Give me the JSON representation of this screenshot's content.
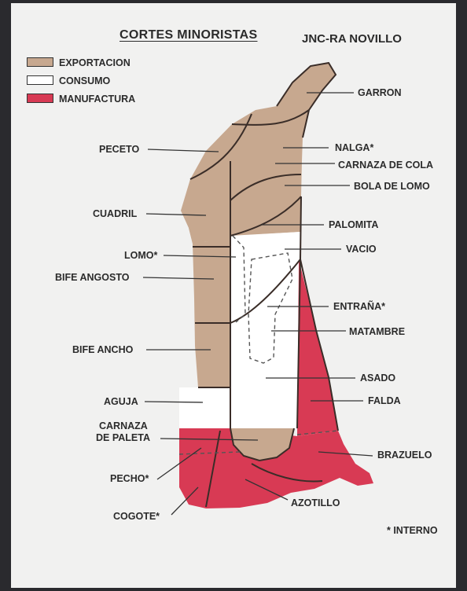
{
  "header": {
    "title": "CORTES MINORISTAS",
    "subtitle": "JNC-RA NOVILLO"
  },
  "legend": [
    {
      "label": "EXPORTACION",
      "color": "#c7a88f"
    },
    {
      "label": "CONSUMO",
      "color": "#ffffff"
    },
    {
      "label": "MANUFACTURA",
      "color": "#d83a54"
    }
  ],
  "labels": {
    "garron": "GARRON",
    "peceto": "PECETO",
    "nalga": "NALGA*",
    "carnaza_cola": "CARNAZA DE COLA",
    "bola_lomo": "BOLA DE LOMO",
    "cuadril": "CUADRIL",
    "palomita": "PALOMITA",
    "lomo": "LOMO*",
    "vacio": "VACIO",
    "bife_angosto": "BIFE ANGOSTO",
    "entrana": "ENTRAÑA*",
    "matambre": "MATAMBRE",
    "bife_ancho": "BIFE ANCHO",
    "asado": "ASADO",
    "aguja": "AGUJA",
    "falda": "FALDA",
    "carnaza_paleta_1": "CARNAZA",
    "carnaza_paleta_2": "DE PALETA",
    "brazuelo": "BRAZUELO",
    "pecho": "PECHO*",
    "azotillo": "AZOTILLO",
    "cogote": "COGOTE*"
  },
  "footnote": "* INTERNO"
}
